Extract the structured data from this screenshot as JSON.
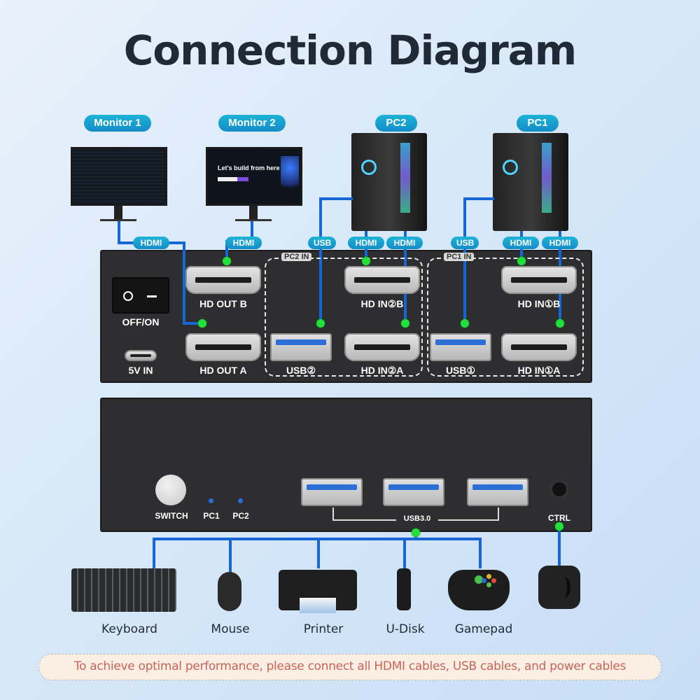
{
  "title": "Connection Diagram",
  "sources": {
    "monitor1": "Monitor 1",
    "monitor2": "Monitor 2",
    "monitor2_screen_text": "Let's build from here",
    "pc2": "PC2",
    "pc1": "PC1"
  },
  "cable_labels": {
    "hdmi": "HDMI",
    "usb": "USB"
  },
  "rear_panel": {
    "power_switch": "OFF/ON",
    "power_in": "5V IN",
    "hd_out_b": "HD OUT B",
    "hd_out_a": "HD OUT A",
    "pc2_group": "PC2 IN",
    "pc1_group": "PC1 IN",
    "usb2": "USB②",
    "hd_in2_b": "HD IN②B",
    "hd_in2_a": "HD IN②A",
    "usb1": "USB①",
    "hd_in1_b": "HD IN①B",
    "hd_in1_a": "HD IN①A"
  },
  "front_panel": {
    "switch": "SWITCH",
    "led_pc1": "PC1",
    "led_pc2": "PC2",
    "usb_group": "USB3.0",
    "ctrl": "CTRL"
  },
  "peripherals": [
    {
      "label": "Keyboard"
    },
    {
      "label": "Mouse"
    },
    {
      "label": "Printer"
    },
    {
      "label": "U-Disk"
    },
    {
      "label": "Gamepad"
    }
  ],
  "note": "To achieve optimal performance, please connect all HDMI cables, USB cables, and power cables",
  "colors": {
    "cable": "#1766d6",
    "connector_dot": "#22e03a",
    "pill": "#148cc9",
    "note_text": "#c8645a"
  }
}
